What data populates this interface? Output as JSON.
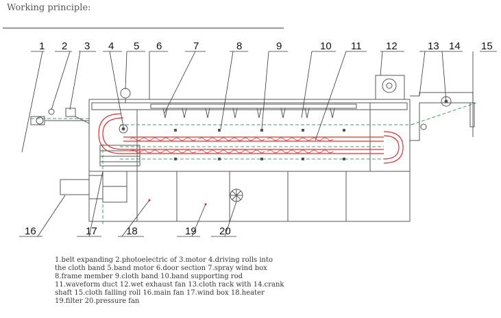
{
  "heading": "Working principle:",
  "callouts": [
    "1",
    "2",
    "3",
    "4",
    "5",
    "6",
    "7",
    "8",
    "9",
    "10",
    "11",
    "12",
    "13",
    "14",
    "15",
    "16",
    "17",
    "18",
    "19",
    "20"
  ],
  "legend_lines": [
    "1.belt expanding  2.photoelectric of  3.motor  4.driving rolls into",
    "the cloth band   5.band motor   6.door section  7.spray wind box",
    "8.frame member 9.cloth band 10.band supporting rod",
    "11.waveform duct   12.wet exhaust fan 13.cloth rack with 14.crank",
    "shaft 15.cloth falling roll 16.main fan  17.wind box  18.heater",
    "19.filter  20.pressure fan"
  ],
  "colors": {
    "line": "#555555",
    "red": "#e03030",
    "green": "#3aa05a"
  }
}
